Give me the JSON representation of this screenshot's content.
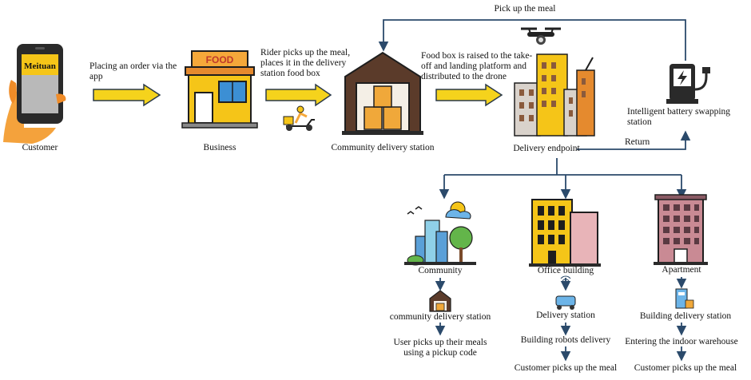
{
  "colors": {
    "line": "#2b4a6b",
    "block_arrow_fill": "#f5d31c",
    "block_arrow_stroke": "#2b3a4a",
    "accent_yellow": "#f5c518",
    "outline": "#1e1e1e"
  },
  "nodes": {
    "customer": {
      "label": "Customer",
      "app_name": "Meituan",
      "icon": "phone-in-hand-icon"
    },
    "business": {
      "label": "Business",
      "sign": "FOOD",
      "icon": "food-shop-icon"
    },
    "community_delivery_station": {
      "label": "Community delivery station",
      "icon": "warehouse-icon"
    },
    "delivery_endpoint": {
      "label": "Delivery endpoint",
      "icon": "city-buildings-icon"
    },
    "battery_station": {
      "label": "Intelligent battery swapping station",
      "icon": "charging-station-icon"
    },
    "community": {
      "label": "Community",
      "icon": "community-icon"
    },
    "office_building": {
      "label": "Office building",
      "icon": "office-building-icon"
    },
    "apartment": {
      "label": "Apartment",
      "icon": "apartment-icon"
    }
  },
  "edges": {
    "placing_order": "Placing an order via the app",
    "rider_picks": "Rider picks up the meal, places it in the delivery station food box",
    "food_box_raised": "Food box is raised to the take-off and landing platform and distributed to the drone",
    "pick_up_meal": "Pick up the meal",
    "return": "Return"
  },
  "branches": {
    "community": {
      "step1": "community delivery station",
      "step2": "User picks up their meals using a pickup code"
    },
    "office": {
      "step1": "Delivery station",
      "step2": "Building robots delivery",
      "step3": "Customer picks up the meal"
    },
    "apartment": {
      "step1": "Building delivery station",
      "step2": "Entering the indoor warehouse",
      "step3": "Customer picks up the meal"
    }
  },
  "icons": [
    "drone-icon",
    "scooter-rider-icon",
    "small-warehouse-icon",
    "robot-icon",
    "locker-icon"
  ]
}
